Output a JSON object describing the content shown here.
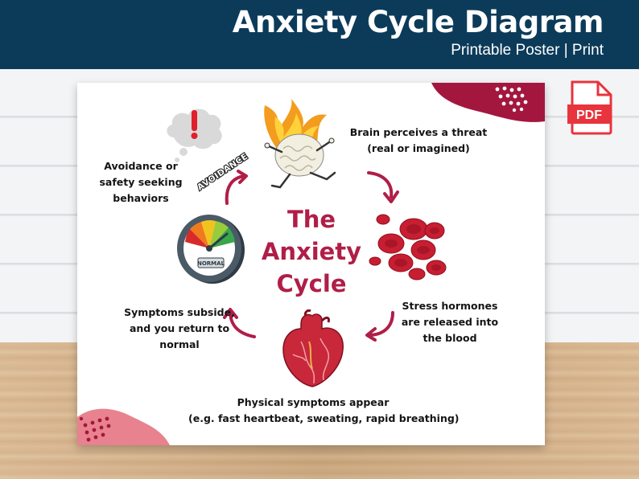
{
  "banner": {
    "title": "Anxiety Cycle Diagram",
    "subtitle": "Printable Poster | Print"
  },
  "file_badge": {
    "label": "PDF",
    "icon": "pdf-file-icon",
    "color": "#e8343c"
  },
  "poster": {
    "center_title": [
      "The",
      "Anxiety",
      "Cycle"
    ],
    "avoidance_tag": "AVOIDANCE",
    "steps": [
      {
        "id": "threat",
        "lines": [
          "Brain perceives a threat",
          "(real or imagined)"
        ],
        "icon": "flaming-brain-icon"
      },
      {
        "id": "hormones",
        "lines": [
          "Stress hormones",
          "are released into",
          "the blood"
        ],
        "icon": "blood-cells-icon"
      },
      {
        "id": "physical",
        "lines": [
          "Physical symptoms appear",
          "(e.g. fast heartbeat, sweating, rapid breathing)"
        ],
        "icon": "heart-icon"
      },
      {
        "id": "subside",
        "lines": [
          "Symptoms subside,",
          "and you return to",
          "normal"
        ],
        "icon": "gauge-icon"
      },
      {
        "id": "avoidance",
        "lines": [
          "Avoidance or",
          "safety seeking",
          "behaviors"
        ],
        "icon": "warning-cloud-icon"
      }
    ],
    "gauge_label": "NORMAL",
    "colors": {
      "accent": "#b01e48",
      "blob": "#a3173f",
      "blob_pink": "#e8828f",
      "banner": "#0c3b5a"
    }
  }
}
